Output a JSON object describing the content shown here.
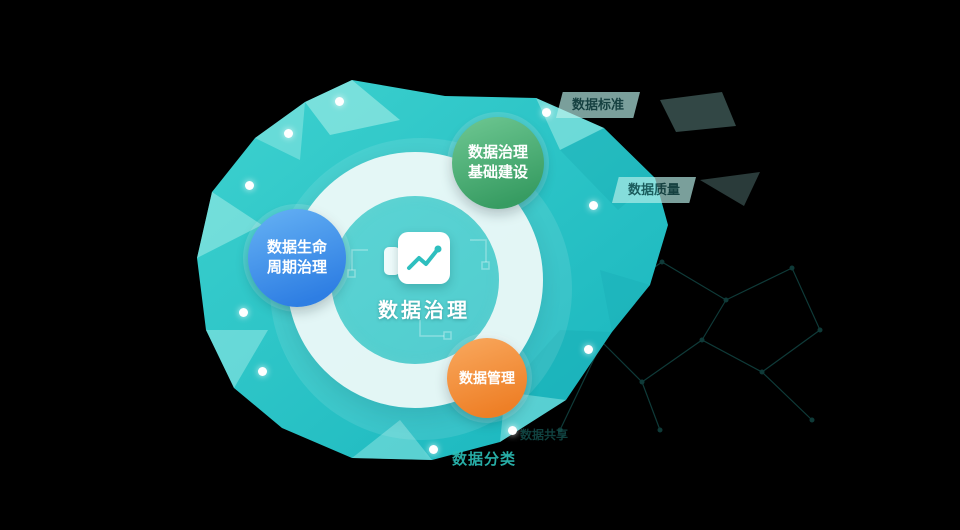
{
  "diagram": {
    "center": {
      "title": "数据治理",
      "icon": "line-chart-icon"
    },
    "nodes": {
      "lifecycle": {
        "line1": "数据生命",
        "line2": "周期治理",
        "color": "#2e7ee3"
      },
      "foundation": {
        "line1": "数据治理",
        "line2": "基础建设",
        "color": "#379c62"
      },
      "management": {
        "label": "数据管理",
        "color": "#ee7f26"
      }
    },
    "floating_tags": {
      "standard": "数据标准",
      "quality": "数据质量",
      "sharing": "数据共享",
      "classification": "数据分类"
    },
    "colors": {
      "background": "#000000",
      "blob": "#2bc6c8",
      "blob_light": "#aef0ea",
      "ring": "#f0faf9",
      "accent_teal": "#2ebfbf"
    }
  }
}
